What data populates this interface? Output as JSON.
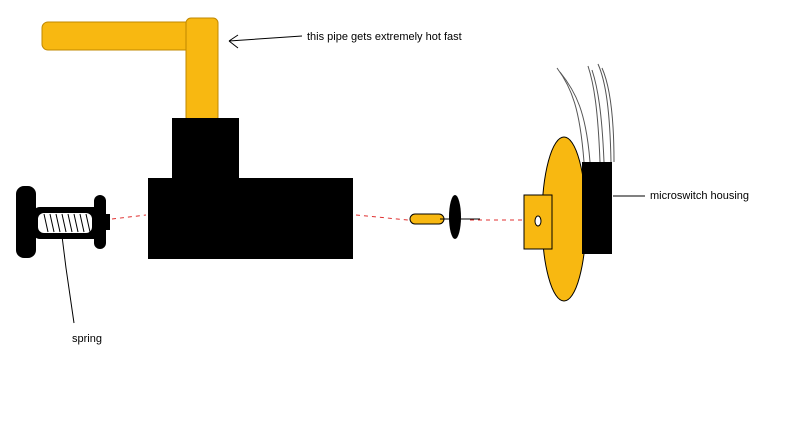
{
  "labels": {
    "pipe_note": "this pipe gets extremely hot fast",
    "housing_note": "microswitch housing",
    "spring_note": "spring"
  },
  "colors": {
    "background": "#ffffff",
    "body": "#000000",
    "pipe": "#f8b811",
    "dashed_line": "#e03030",
    "spring_coil": "#ffffff",
    "leader_line": "#000000"
  },
  "icons": {
    "leader_arrow": "arrow-icon"
  }
}
